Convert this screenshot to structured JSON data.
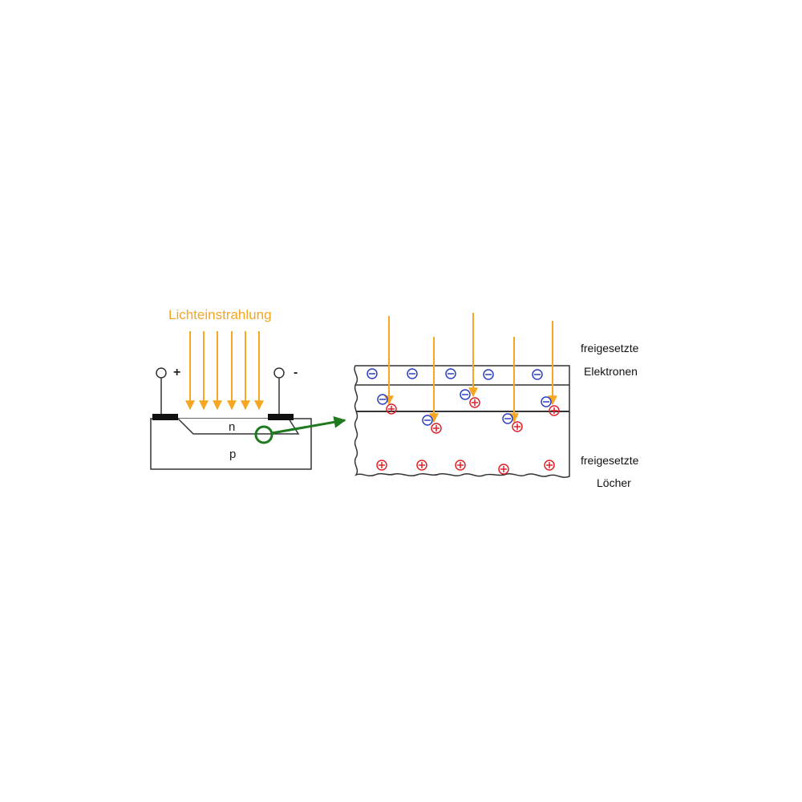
{
  "colors": {
    "light": "#f5a623",
    "electron": "#2b3fc4",
    "hole": "#e0202a",
    "zoom": "#1f7a1f",
    "line": "#333333",
    "contact": "#111111"
  },
  "left": {
    "title": "Lichteinstrahlung",
    "plus": "+",
    "minus": "-",
    "n_label": "n",
    "p_label": "p"
  },
  "right": {
    "electrons_line1": "freigesetzte",
    "electrons_line2": "Elektronen",
    "holes_line1": "freigesetzte",
    "holes_line2": "Löcher"
  },
  "icons": {
    "electron": "electron-minus-icon",
    "hole": "hole-plus-icon",
    "terminal": "terminal-circle-icon"
  }
}
